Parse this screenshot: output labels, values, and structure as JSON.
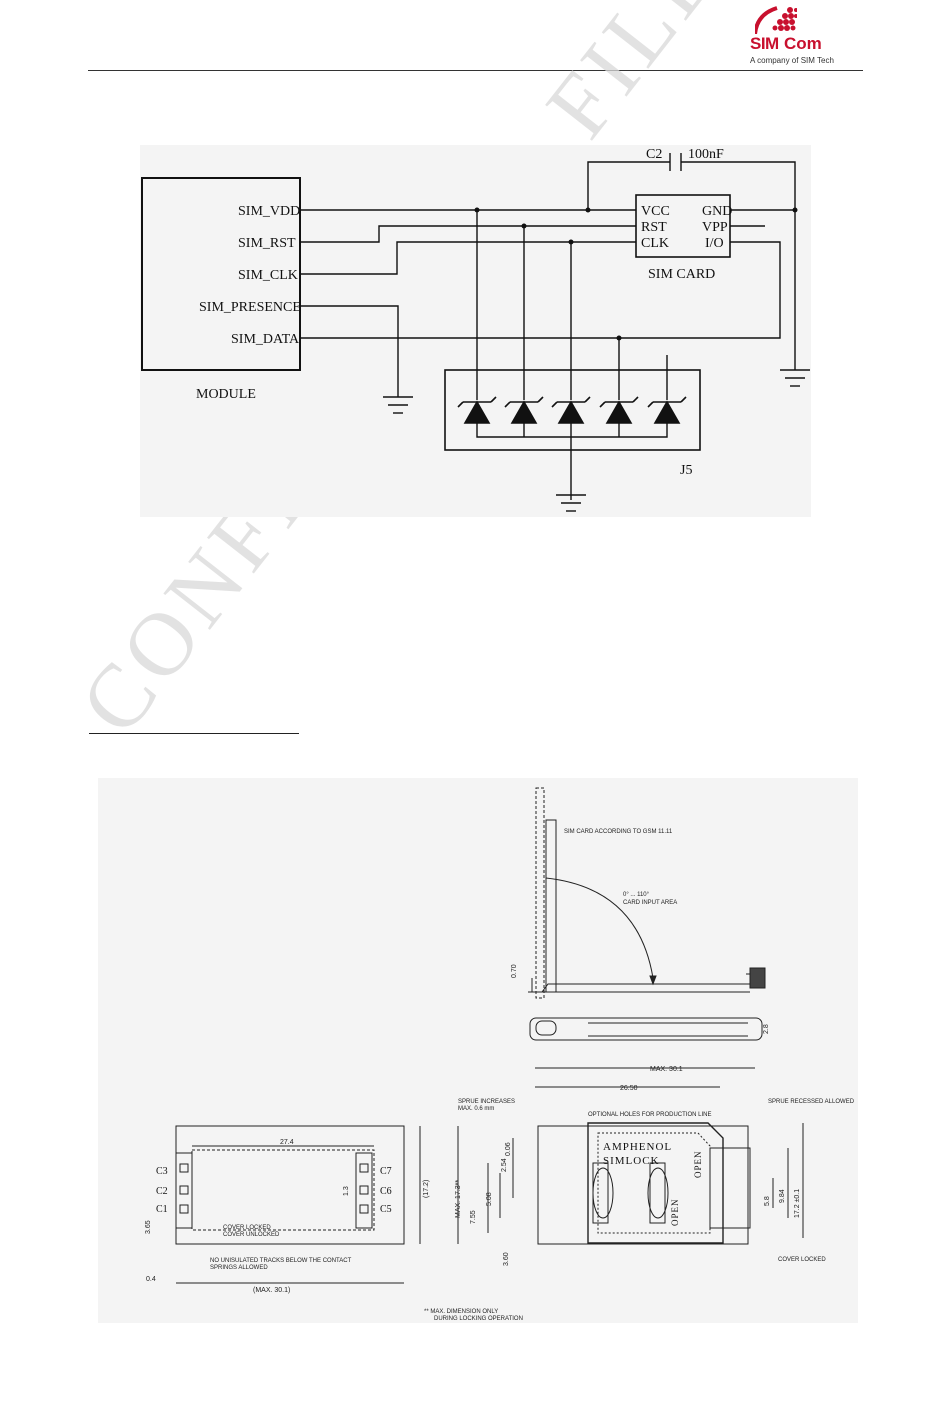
{
  "header": {
    "logo_sim": "SIM",
    "logo_com": "Com",
    "logo_tagline": "A company of SIM Tech",
    "brand_red": "#c8102e"
  },
  "watermark": {
    "text": "CONFIDENTIAL FILE"
  },
  "schematic": {
    "module_label": "MODULE",
    "module_pins": [
      "SIM_VDD",
      "SIM_RST",
      "SIM_CLK",
      "SIM_PRESENCE",
      "SIM_DATA"
    ],
    "capacitor_ref": "C2",
    "capacitor_value": "100nF",
    "card_pins_left": [
      "VCC",
      "RST",
      "CLK"
    ],
    "card_pins_right": [
      "GND",
      "VPP",
      "I/O"
    ],
    "card_label": "SIM CARD",
    "esd_label": "J5"
  },
  "drawing": {
    "side_note": "SIM CARD ACCORDING TO GSM 11.11",
    "angle_note_1": "0° ... 110°",
    "angle_note_2": "CARD INPUT AREA",
    "dim_070": "0.70",
    "dim_28": "2.8",
    "left_contacts_a": [
      "C3",
      "C2",
      "C1"
    ],
    "left_contacts_b": [
      "C7",
      "C6",
      "C5"
    ],
    "dim_274": "27.4",
    "dim_172": "(17.2)",
    "dim_13": "1.3",
    "dim_365": "3.65",
    "dim_04": "0.4",
    "dim_max301_paren": "(MAX. 30.1)",
    "note_cover_locked": "COVER LOCKED",
    "note_cover_unlocked": "COVER UNLOCKED",
    "note_no_tracks_1": "NO UNISULATED TRACKS BELOW THE CONTACT",
    "note_no_tracks_2": "SPRINGS ALLOWED",
    "dim_max301": "MAX. 30.1",
    "dim_2650": "26.50",
    "note_sprue_inc_1": "SPRUE INCREASES",
    "note_sprue_inc_2": "MAX. 0.6 mm",
    "note_optional_holes": "OPTIONAL HOLES FOR PRODUCTION LINE",
    "note_sprue_recessed": "SPRUE RECESSED ALLOWED",
    "brand_text_1": "AMPHENOL",
    "brand_text_2": "SIMLOCK",
    "open_text": "OPEN",
    "dim_006": "0.06",
    "dim_254": "2.54",
    "dim_508": "5.08",
    "dim_755": "7.55",
    "dim_max173": "MAX. 17.3**",
    "dim_360": "3.60",
    "dim_984": "9.84",
    "dim_58": "5.8",
    "dim_172b": "17.2 ±0.1",
    "note_cover_locked_r": "COVER LOCKED",
    "footnote_1": "** MAX. DIMENSION ONLY",
    "footnote_2": "DURING LOCKING OPERATION"
  }
}
